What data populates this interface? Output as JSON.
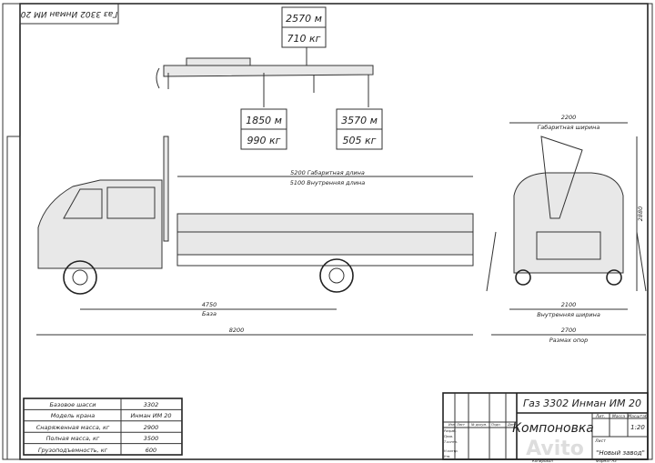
{
  "stamp_mirrored": "Газ 3302 Инман ИМ 20",
  "crane": {
    "top": {
      "reach": "2570 м",
      "load": "710 кг"
    },
    "left": {
      "reach": "1850 м",
      "load": "990 кг"
    },
    "right": {
      "reach": "3570 м",
      "load": "505 кг"
    }
  },
  "side_view": {
    "overall_length": "5200 Габаритная длина",
    "inner_length": "5100 Внутренняя длина",
    "wheelbase_value": "4750",
    "wheelbase_label": "База",
    "total_length": "8200"
  },
  "front_view": {
    "overall_width_value": "2200",
    "overall_width_label": "Габаритная ширина",
    "height": "2880",
    "inner_width_value": "2100",
    "inner_width_label": "Внутренняя ширина",
    "outrigger_value": "2700",
    "outrigger_label": "Размах опор"
  },
  "spec_table": [
    {
      "label": "Базовое шасси",
      "value": "3302"
    },
    {
      "label": "Модель крана",
      "value": "Инман ИМ 20"
    },
    {
      "label": "Снаряженная масса, кг",
      "value": "2900"
    },
    {
      "label": "Полная масса, кг",
      "value": "3500"
    },
    {
      "label": "Грузоподъемность, кг",
      "value": "600"
    }
  ],
  "title_block": {
    "title": "Газ 3302 Инман ИМ 20",
    "name": "Компоновка",
    "scale": "1:20",
    "company": "\"Новый завод\"",
    "sheet_label": "Лист",
    "mass_label": "Масса",
    "scale_label": "Масштаб",
    "lit_label": "Лит.",
    "roles": [
      "Разраб.",
      "Пров.",
      "Т.контр.",
      "Н.контр.",
      "Утв."
    ],
    "cols": [
      "Изм",
      "Лист",
      "№ докум.",
      "Подп.",
      "Дата"
    ],
    "copied": "Копировал",
    "format": "Формат  А3"
  },
  "watermark": "Avito"
}
